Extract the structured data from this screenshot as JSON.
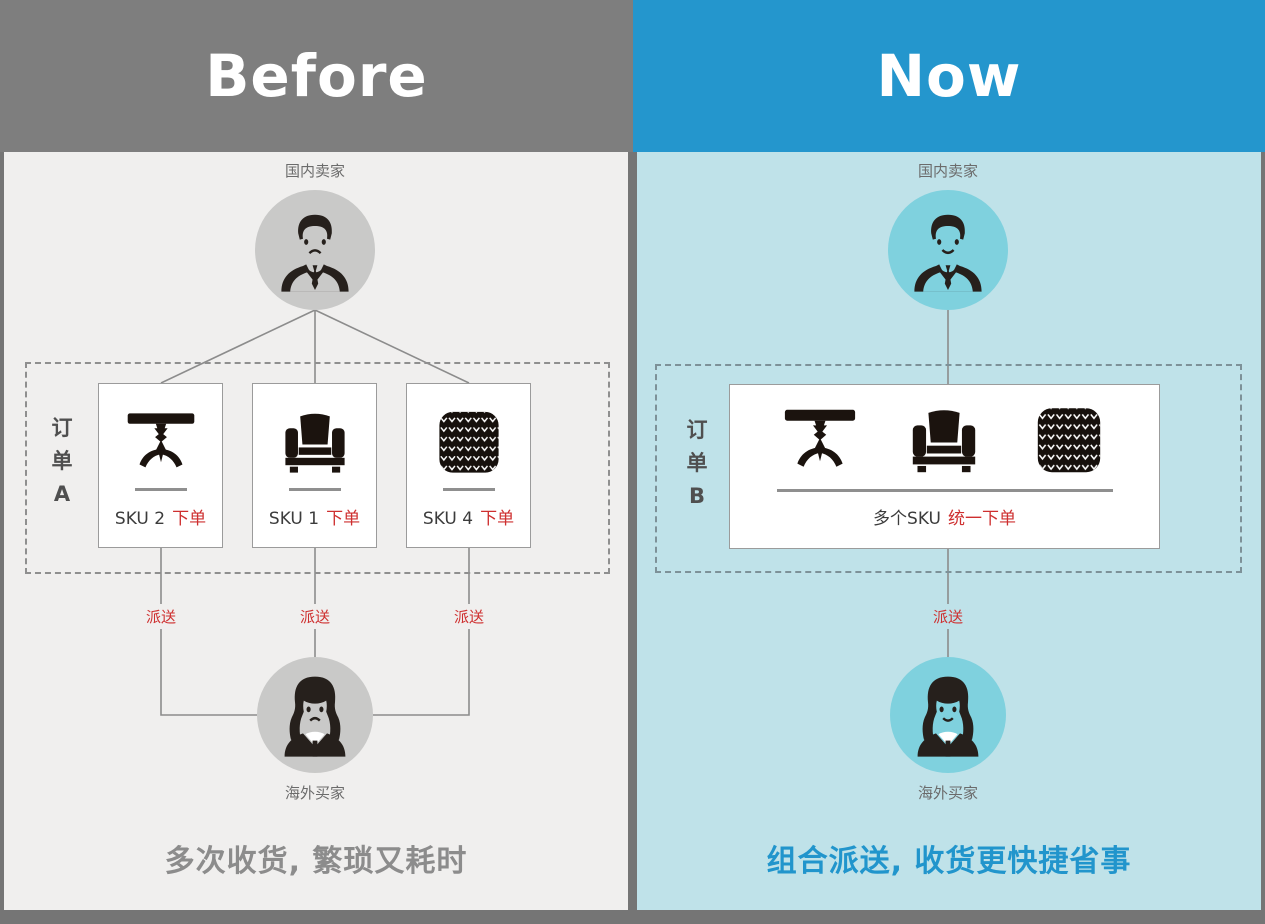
{
  "title": "Before vs Now combined delivery comparison",
  "colors": {
    "header_before_bg": "#7e7e7e",
    "header_now_bg": "#2496cd",
    "panel_left_bg": "#f0efee",
    "panel_right_bg": "#bfe2e9",
    "accent_red": "#ce2f2f",
    "seller_circle_gray": "#c9c9c8",
    "seller_circle_blue": "#7fd1de",
    "slogan_gray": "#8c8c8c",
    "slogan_blue": "#2195cc"
  },
  "before": {
    "header": "Before",
    "seller_label": "国内卖家",
    "order_chars": [
      "订",
      "单",
      "A"
    ],
    "cards": [
      {
        "icon": "table-icon",
        "sku": "SKU 2",
        "action": "下单"
      },
      {
        "icon": "armchair-icon",
        "sku": "SKU 1",
        "action": "下单"
      },
      {
        "icon": "pouf-icon",
        "sku": "SKU 4",
        "action": "下单"
      }
    ],
    "delivery": [
      "派送",
      "派送",
      "派送"
    ],
    "buyer_label": "海外买家",
    "slogan": "多次收货, 繁琐又耗时"
  },
  "now": {
    "header": "Now",
    "seller_label": "国内卖家",
    "order_chars": [
      "订",
      "单",
      "B"
    ],
    "card": {
      "icons": [
        "table-icon",
        "armchair-icon",
        "pouf-icon"
      ],
      "skus": "多个SKU",
      "action": "统一下单"
    },
    "delivery": "派送",
    "buyer_label": "海外买家",
    "slogan": "组合派送, 收货更快捷省事"
  }
}
